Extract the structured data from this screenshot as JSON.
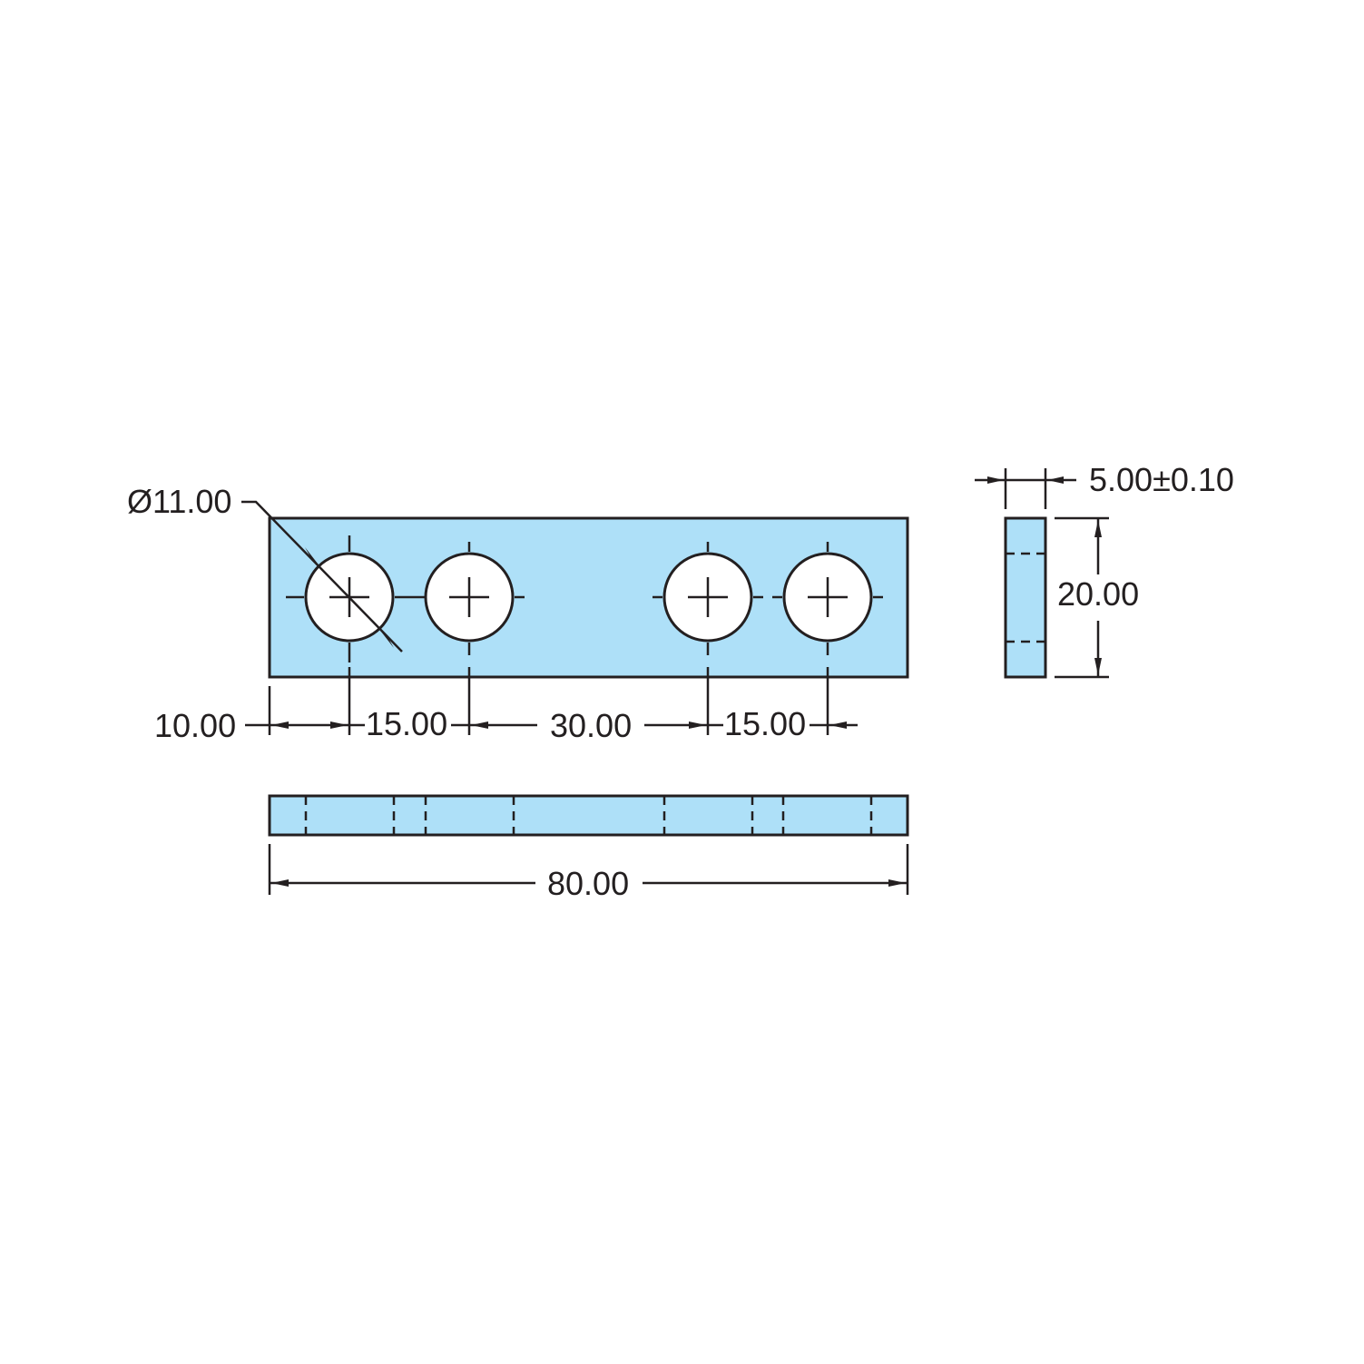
{
  "drawing": {
    "title": "Flat plate with four holes - orthographic views",
    "fill_color": "#aee0f8",
    "line_color": "#231f20",
    "background": "#ffffff",
    "views": [
      "front-view",
      "side-view",
      "top-view"
    ]
  },
  "dimensions": {
    "hole_diameter": "Ø11.00",
    "thickness": "5.00±0.10",
    "height": "20.00",
    "edge_to_first_hole": "10.00",
    "hole1_to_hole2": "15.00",
    "hole2_to_hole3": "30.00",
    "hole3_to_hole4": "15.00",
    "overall_length": "80.00"
  }
}
